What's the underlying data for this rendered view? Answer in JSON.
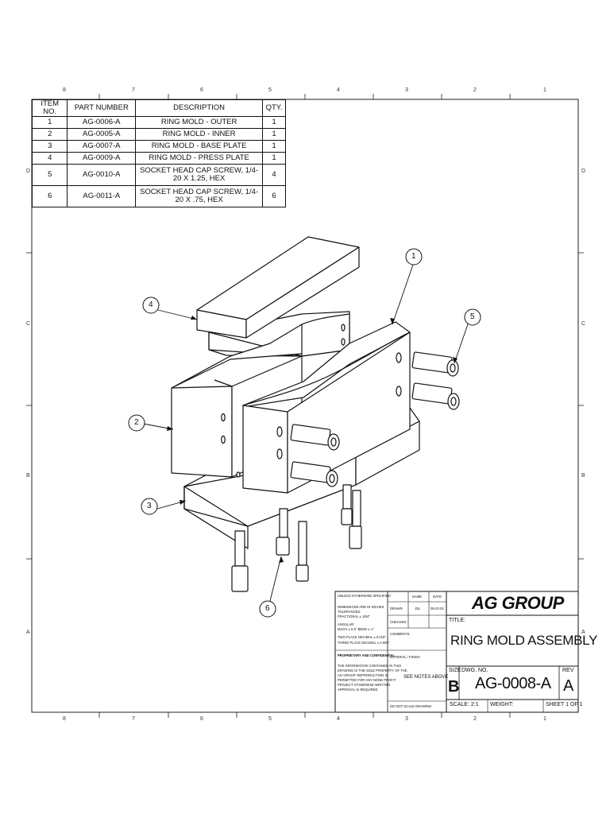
{
  "zone_labels": {
    "columns": [
      "8",
      "7",
      "6",
      "5",
      "4",
      "3",
      "2",
      "1"
    ],
    "rows": [
      "D",
      "C",
      "B",
      "A"
    ]
  },
  "bom": {
    "headers": {
      "item": "ITEM NO.",
      "part": "PART NUMBER",
      "desc": "DESCRIPTION",
      "qty": "QTY."
    },
    "rows": [
      {
        "item": "1",
        "part": "AG-0006-A",
        "desc": "RING MOLD - OUTER",
        "qty": "1"
      },
      {
        "item": "2",
        "part": "AG-0005-A",
        "desc": "RING MOLD - INNER",
        "qty": "1"
      },
      {
        "item": "3",
        "part": "AG-0007-A",
        "desc": "RING MOLD - BASE PLATE",
        "qty": "1"
      },
      {
        "item": "4",
        "part": "AG-0009-A",
        "desc": "RING MOLD - PRESS PLATE",
        "qty": "1"
      },
      {
        "item": "5",
        "part": "AG-0010-A",
        "desc": "SOCKET HEAD CAP SCREW, 1/4-20 X 1.25, HEX",
        "qty": "4"
      },
      {
        "item": "6",
        "part": "AG-0011-A",
        "desc": "SOCKET HEAD CAP SCREW, 1/4-20 X .75, HEX",
        "qty": "6"
      }
    ]
  },
  "balloons": [
    "1",
    "2",
    "3",
    "4",
    "5",
    "6"
  ],
  "title_block": {
    "unless": "UNLESS OTHERWISE SPECIFIED:",
    "dims_line1": "DIMENSIONS ARE IN INCHES",
    "dims_line2": "TOLERANCES:",
    "dims_line3": "FRACTIONAL ± 1/64\"",
    "dims_line4": "ANGULAR:",
    "dims_line5": "MACH ± 0.5°  BEND ± 1°",
    "dims_line6": "TWO PLACE DECIMAL ± 0.010\"",
    "dims_line7": "THREE PLACE DECIMAL ± 0.005\"",
    "proprietary": "PROPRIETARY AND CONFIDENTIAL",
    "prop_text1": "THE INFORMATION CONTAINED IN THIS",
    "prop_text2": "DRAWING IS THE SOLE PROPERTY OF THE",
    "prop_text3": "AG GROUP. REPRODUCTION IS",
    "prop_text4": "PERMITTED FOR ANY NONE PROFIT",
    "prop_text5": "PROJECT OTHERWISE WRITTEN",
    "prop_text6": "APPROVAL IS REQUIRED.",
    "name_hdr": "NAME",
    "date_hdr": "DATE",
    "drawn": "DRAWN",
    "drawn_name": "JSL",
    "drawn_date": "08-22-04",
    "checked": "CHECKED",
    "comments": "COMMENTS:",
    "material": "MATERIAL / FINISH",
    "see_notes": "SEE NOTES ABOVE",
    "do_not_scale": "DO NOT SCALE DRAWING",
    "company": "AG GROUP",
    "title_label": "TITLE:",
    "title": "RING MOLD ASSEMBLY",
    "size_label": "SIZE",
    "size": "B",
    "dwg_label": "DWG.  NO.",
    "dwg_no": "AG-0008-A",
    "rev_label": "REV",
    "rev": "A",
    "scale": "SCALE: 2:1",
    "weight": "WEIGHT:",
    "sheet": "SHEET 1 OF 1"
  }
}
